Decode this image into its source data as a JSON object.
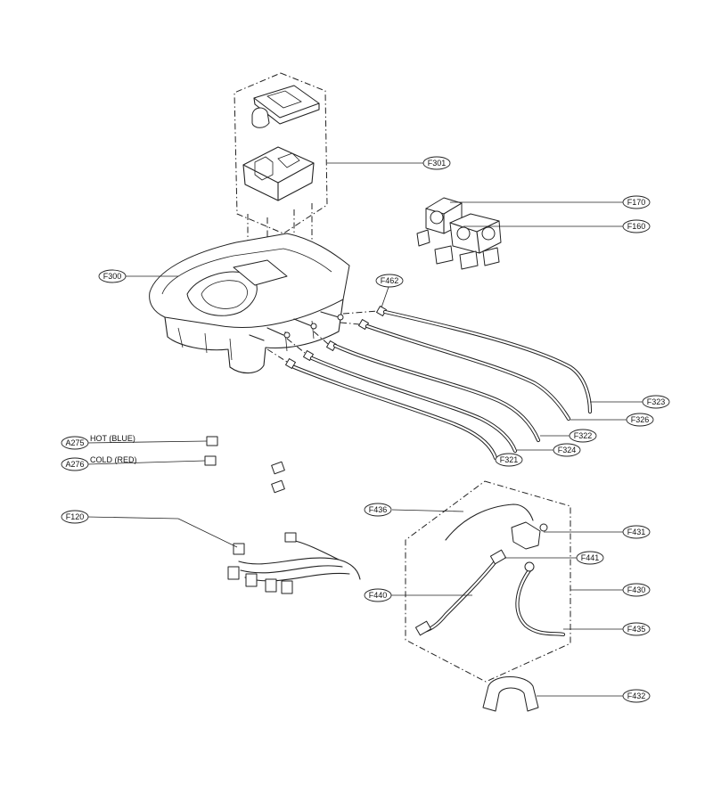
{
  "labels": {
    "F301": "F301",
    "F300": "F300",
    "F170": "F170",
    "F160": "F160",
    "F462": "F462",
    "F323": "F323",
    "F326": "F326",
    "F322": "F322",
    "F324": "F324",
    "F321": "F321",
    "A275": "A275",
    "A276": "A276",
    "F120": "F120",
    "F436": "F436",
    "F431": "F431",
    "F441": "F441",
    "F430": "F430",
    "F440": "F440",
    "F435": "F435",
    "F432": "F432"
  },
  "captions": {
    "hot": "HOT (BLUE)",
    "cold": "COLD (RED)"
  }
}
